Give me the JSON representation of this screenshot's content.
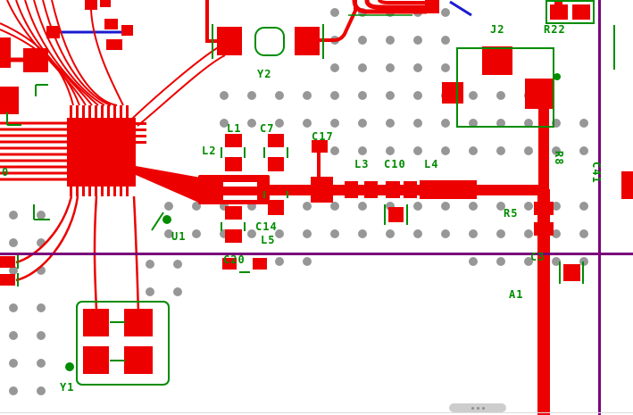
{
  "editor": {
    "type": "pcb-layout-view",
    "background_color": "#ffffff",
    "layer_colors": {
      "copper_top": "#ec0000",
      "silkscreen": "#008c00",
      "via_pad_gray": "#979797",
      "board_outline_purple": "#7a007a",
      "inner_trace_blue": "#1b1bd0"
    }
  },
  "component_labels": [
    {
      "ref": "J2"
    },
    {
      "ref": "R22"
    },
    {
      "ref": "Y2"
    },
    {
      "ref": "L1"
    },
    {
      "ref": "C7"
    },
    {
      "ref": "C17"
    },
    {
      "ref": "L2"
    },
    {
      "ref": "L3"
    },
    {
      "ref": "C10"
    },
    {
      "ref": "L4"
    },
    {
      "ref": "U1"
    },
    {
      "ref": "C14"
    },
    {
      "ref": "L5"
    },
    {
      "ref": "C20"
    },
    {
      "ref": "R5"
    },
    {
      "ref": "C3"
    },
    {
      "ref": "A1"
    },
    {
      "ref": "Y1"
    },
    {
      "ref": "0"
    }
  ],
  "vertical_labels": [
    {
      "ref": "R8"
    },
    {
      "ref": "C41"
    }
  ],
  "scrollbar": {
    "orientation": "horizontal"
  }
}
